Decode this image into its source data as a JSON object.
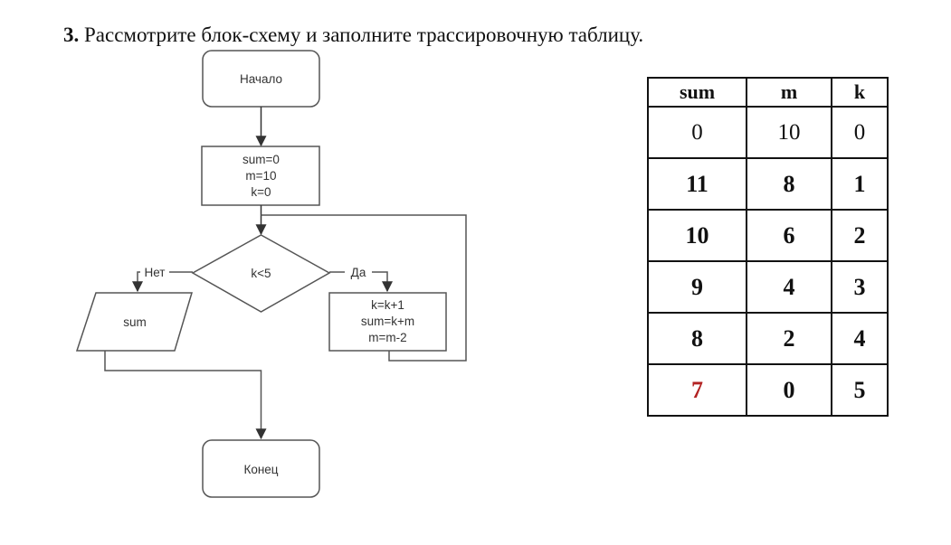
{
  "task": {
    "number": "3.",
    "text": "Рассмотрите блок-схему и заполните трассировочную таблицу."
  },
  "flowchart": {
    "start": "Начало",
    "init_lines": [
      "sum=0",
      "m=10",
      "k=0"
    ],
    "condition": "k<5",
    "no_label": "Нет",
    "yes_label": "Да",
    "body_lines": [
      "k=k+1",
      "sum=k+m",
      "m=m-2"
    ],
    "output": "sum",
    "end": "Конец"
  },
  "table": {
    "headers": [
      "sum",
      "m",
      "k"
    ],
    "rows": [
      [
        "0",
        "10",
        "0"
      ],
      [
        "11",
        "8",
        "1"
      ],
      [
        "10",
        "6",
        "2"
      ],
      [
        "9",
        "4",
        "3"
      ],
      [
        "8",
        "2",
        "4"
      ],
      [
        "7",
        "0",
        "5"
      ]
    ],
    "highlight_color": "#b22222",
    "line_color": "#555555",
    "ink_color": "#111111"
  }
}
